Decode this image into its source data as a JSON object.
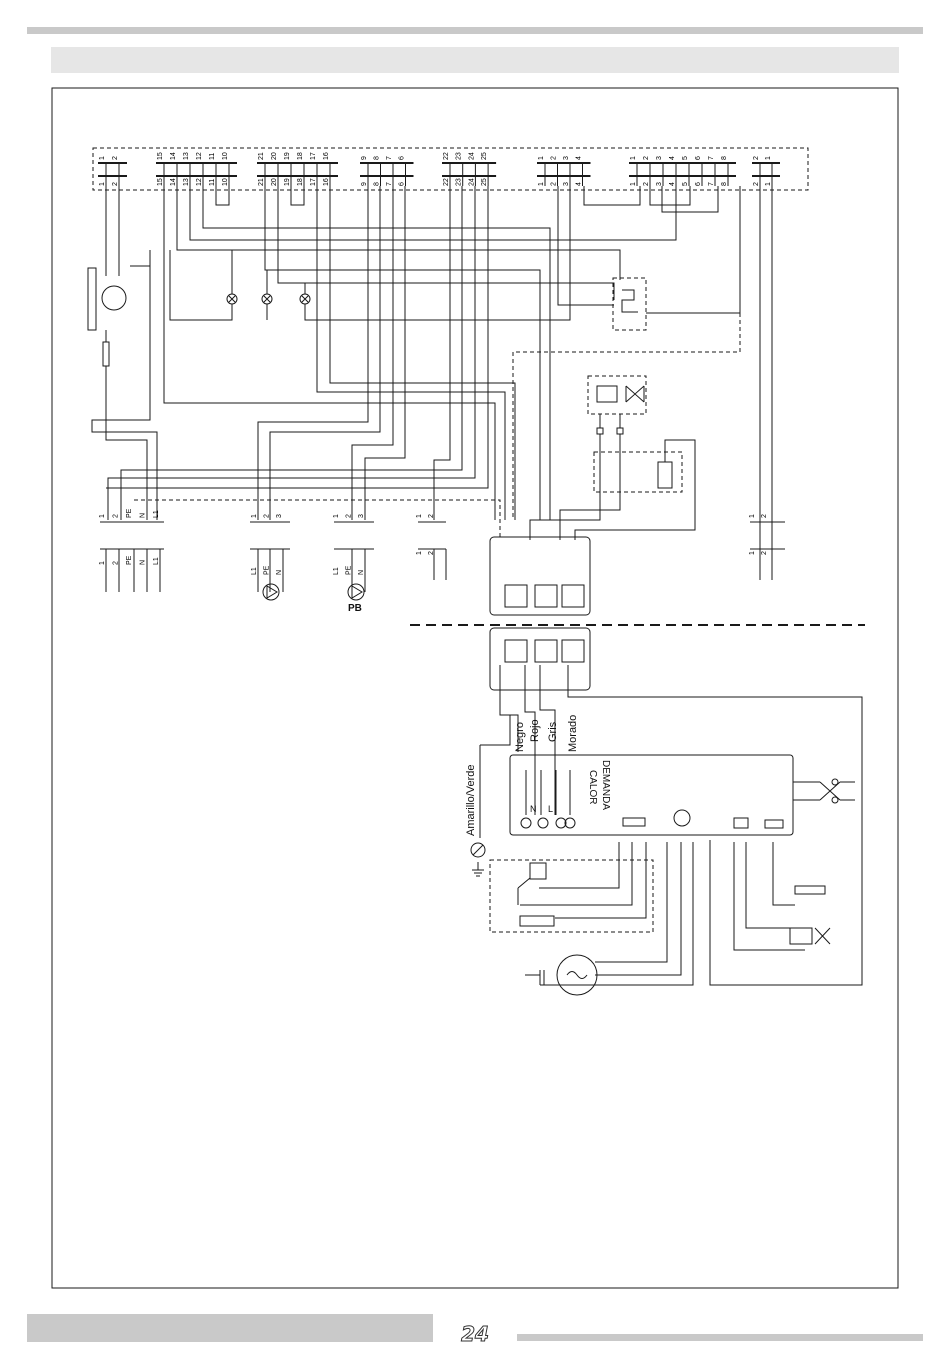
{
  "page": {
    "number": "24"
  },
  "terminal_labels": {
    "strip_a": [
      "1",
      "2"
    ],
    "strip_b": [
      "15",
      "14",
      "13",
      "12",
      "11",
      "10"
    ],
    "strip_c": [
      "21",
      "20",
      "19",
      "18",
      "17",
      "16"
    ],
    "strip_d": [
      "9",
      "8",
      "7",
      "6"
    ],
    "strip_e": [
      "22",
      "23",
      "24",
      "25"
    ],
    "strip_f": [
      "1",
      "2",
      "3",
      "4"
    ],
    "strip_g": [
      "1",
      "2",
      "3",
      "4",
      "5",
      "6",
      "7",
      "8"
    ],
    "strip_h": [
      "2",
      "1"
    ]
  },
  "bottom_connectors": {
    "c1": [
      "1",
      "2",
      "PE",
      "N",
      "L1"
    ],
    "c2": [
      "1",
      "2",
      "3"
    ],
    "c2_lower": [
      "L1",
      "PE",
      "N"
    ],
    "c3": [
      "1",
      "2",
      "3"
    ],
    "c3_lower": [
      "L1",
      "PE",
      "N"
    ],
    "c4": [
      "1",
      "2"
    ],
    "c5": [
      "1",
      "2"
    ]
  },
  "pump_label": "PB",
  "wire_colors": [
    "Negro",
    "Rojo",
    "Gris",
    "Morado"
  ],
  "ground_wire": "Amarillo/Verde",
  "control_board": {
    "label_line1": "DEMANDA",
    "label_line2": "CALOR",
    "terminal_N": "N",
    "terminal_L": "L"
  }
}
